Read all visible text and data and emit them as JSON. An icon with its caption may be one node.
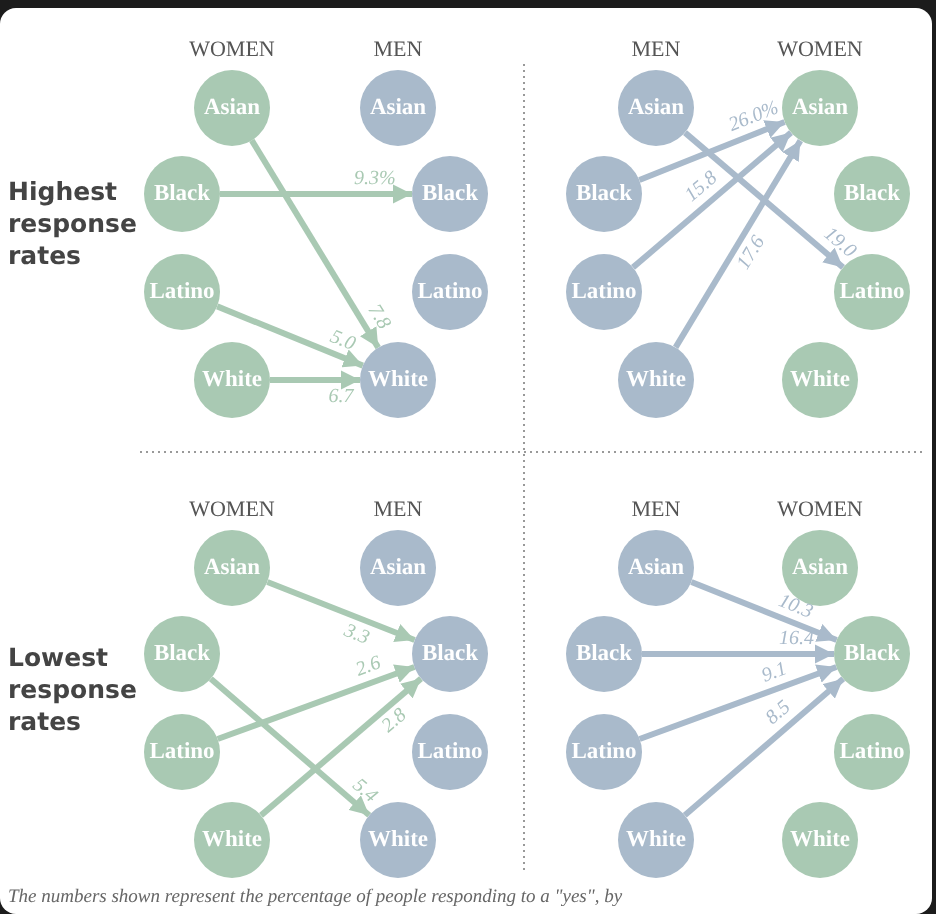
{
  "diagram": {
    "caption": "The numbers shown represent the percentage of people responding to a \"yes\", by",
    "nodes": [
      {
        "text": [
          "Asian"
        ]
      },
      {
        "text": [
          "Black"
        ]
      },
      {
        "text": [
          "Latino"
        ]
      },
      {
        "text": [
          "White"
        ]
      },
      {
        "text": [
          "Asian"
        ]
      },
      {
        "text": [
          "Black"
        ]
      },
      {
        "text": [
          "Latino"
        ]
      },
      {
        "text": [
          "White"
        ]
      },
      {
        "text": [
          "Asian"
        ]
      },
      {
        "text": [
          "Black"
        ]
      },
      {
        "text": [
          "Latino"
        ]
      },
      {
        "text": [
          "White"
        ]
      },
      {
        "text": [
          "Asian"
        ]
      },
      {
        "text": [
          "Black"
        ]
      },
      {
        "text": [
          "Latino"
        ]
      },
      {
        "text": [
          "White"
        ]
      },
      {
        "text": [
          "Asian"
        ]
      },
      {
        "text": [
          "Black"
        ]
      },
      {
        "text": [
          "Latino"
        ]
      },
      {
        "text": [
          "White"
        ]
      },
      {
        "text": [
          "Asian"
        ]
      },
      {
        "text": [
          "Black"
        ]
      },
      {
        "text": [
          "Latino"
        ]
      },
      {
        "text": [
          "White"
        ]
      },
      {
        "text": [
          "Asian"
        ]
      },
      {
        "text": [
          "Black"
        ]
      },
      {
        "text": [
          "Latino"
        ]
      },
      {
        "text": [
          "White"
        ]
      },
      {
        "text": [
          "Asian"
        ]
      },
      {
        "text": [
          "Black"
        ]
      },
      {
        "text": [
          "Latino"
        ]
      },
      {
        "text": [
          "White"
        ]
      }
    ],
    "edges": [
      {
        "from": 0,
        "to": 7,
        "arrow": "to",
        "label": "7.8",
        "color": "#a9c9b3"
      },
      {
        "from": 1,
        "to": 5,
        "arrow": "to",
        "label": "9.3%",
        "color": "#a9c9b3"
      },
      {
        "from": 2,
        "to": 7,
        "arrow": "to",
        "label": "5.0",
        "color": "#a9c9b3"
      },
      {
        "from": 3,
        "to": 7,
        "arrow": "to",
        "label": "6.7",
        "color": "#a9c9b3"
      },
      {
        "from": 8,
        "to": 14,
        "arrow": "to",
        "label": "19.0",
        "color": "#a9bacb"
      },
      {
        "from": 9,
        "to": 12,
        "arrow": "to",
        "label": "26.0%",
        "color": "#a9bacb"
      },
      {
        "from": 10,
        "to": 12,
        "arrow": "to",
        "label": "15.8",
        "color": "#a9bacb"
      },
      {
        "from": 11,
        "to": 12,
        "arrow": "to",
        "label": "17.6",
        "color": "#a9bacb"
      },
      {
        "from": 16,
        "to": 21,
        "arrow": "to",
        "label": "3.3",
        "color": "#a9c9b3"
      },
      {
        "from": 17,
        "to": 23,
        "arrow": "to",
        "label": "5.4",
        "color": "#a9c9b3"
      },
      {
        "from": 18,
        "to": 21,
        "arrow": "to",
        "label": "2.6",
        "color": "#a9c9b3"
      },
      {
        "from": 19,
        "to": 21,
        "arrow": "to",
        "label": "2.8",
        "color": "#a9c9b3"
      },
      {
        "from": 24,
        "to": 29,
        "arrow": "to",
        "label": "10.3",
        "color": "#a9bacb"
      },
      {
        "from": 25,
        "to": 29,
        "arrow": "to",
        "label": "16.4",
        "color": "#a9bacb"
      },
      {
        "from": 26,
        "to": 29,
        "arrow": "to",
        "label": "9.1",
        "color": "#a9bacb"
      },
      {
        "from": 27,
        "to": 29,
        "arrow": "to",
        "label": "8.5",
        "color": "#a9bacb"
      }
    ],
    "labels": [
      "WOMEN",
      "MEN",
      "MEN",
      "WOMEN",
      "Highest response rates",
      "WOMEN",
      "MEN",
      "MEN",
      "WOMEN",
      "Lowest response rates"
    ]
  }
}
